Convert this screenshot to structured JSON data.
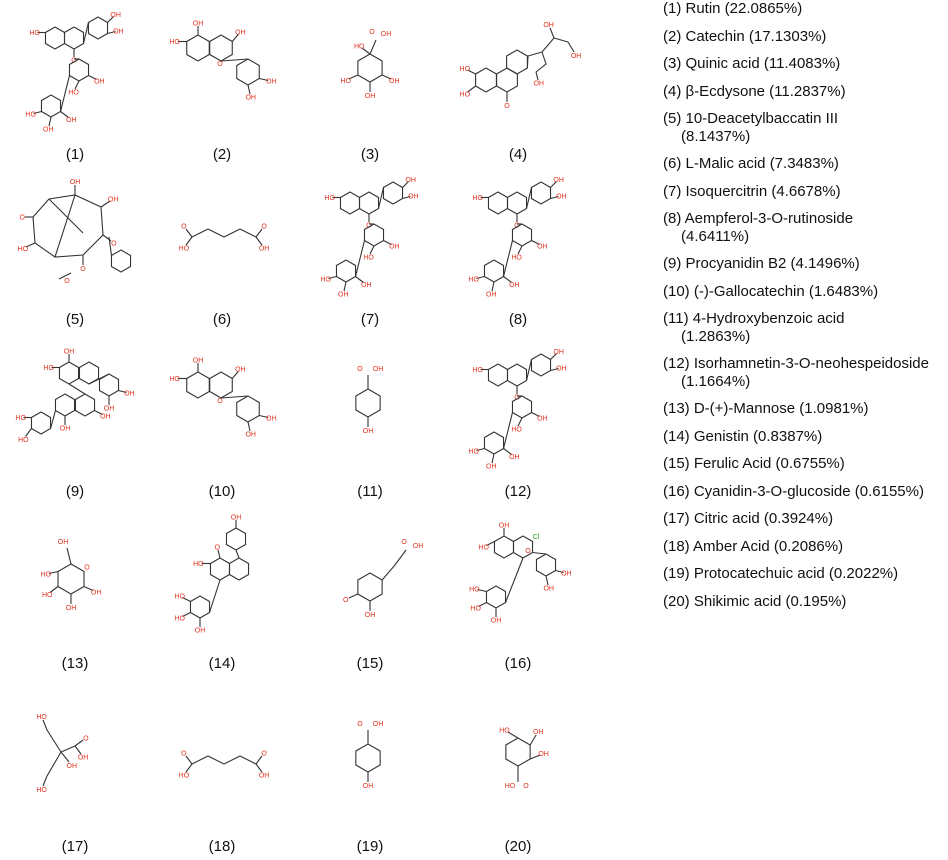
{
  "structures": [
    {
      "label": "(1)",
      "kind": "flavonol-glycoside",
      "hetero": "O"
    },
    {
      "label": "(2)",
      "kind": "flavan-3-ol",
      "hetero": "O"
    },
    {
      "label": "(3)",
      "kind": "cyclohexane-acid",
      "hetero": "O"
    },
    {
      "label": "(4)",
      "kind": "steroid",
      "hetero": "O"
    },
    {
      "label": "(5)",
      "kind": "taxane",
      "hetero": "O"
    },
    {
      "label": "(6)",
      "kind": "diacid",
      "hetero": "O"
    },
    {
      "label": "(7)",
      "kind": "flavonol-glycoside",
      "hetero": "O"
    },
    {
      "label": "(8)",
      "kind": "flavonol-glycoside",
      "hetero": "O"
    },
    {
      "label": "(9)",
      "kind": "dimer",
      "hetero": "O"
    },
    {
      "label": "(10)",
      "kind": "flavan-3-ol",
      "hetero": "O"
    },
    {
      "label": "(11)",
      "kind": "benzoic-acid",
      "hetero": "O"
    },
    {
      "label": "(12)",
      "kind": "flavonol-glycoside",
      "hetero": "O"
    },
    {
      "label": "(13)",
      "kind": "pyranose",
      "hetero": "O"
    },
    {
      "label": "(14)",
      "kind": "isoflavone-glycoside",
      "hetero": "O"
    },
    {
      "label": "(15)",
      "kind": "cinnamic-acid",
      "hetero": "O"
    },
    {
      "label": "(16)",
      "kind": "anthocyanin",
      "hetero": "O",
      "counterion": "Cl"
    },
    {
      "label": "(17)",
      "kind": "tricarboxylic-acid",
      "hetero": "O"
    },
    {
      "label": "(18)",
      "kind": "diacid",
      "hetero": "O"
    },
    {
      "label": "(19)",
      "kind": "benzoic-acid",
      "hetero": "O"
    },
    {
      "label": "(20)",
      "kind": "cyclohexene-acid",
      "hetero": "O"
    }
  ],
  "legend": [
    {
      "line1": "(1) Rutin (22.0865%)"
    },
    {
      "line1": "(2) Catechin (17.1303%)"
    },
    {
      "line1": "(3) Quinic acid (11.4083%)"
    },
    {
      "line1": "(4) β-Ecdysone (11.2837%)"
    },
    {
      "line1": "(5) 10-Deacetylbaccatin III",
      "line2": "(8.1437%)"
    },
    {
      "line1": "(6) L-Malic acid (7.3483%)"
    },
    {
      "line1": "(7) Isoquercitrin (4.6678%)"
    },
    {
      "line1": "(8) Aempferol-3-O-rutinoside",
      "line2": "(4.6411%)"
    },
    {
      "line1": "(9) Procyanidin B2 (4.1496%)"
    },
    {
      "line1": "(10) (-)-Gallocatechin (1.6483%)"
    },
    {
      "line1": "(11) 4-Hydroxybenzoic acid",
      "line2": "(1.2863%)"
    },
    {
      "line1": "(12) Isorhamnetin-3-O-neohespeidoside",
      "line2": "(1.1664%)"
    },
    {
      "line1": "(13) D-(+)-Mannose (1.0981%)"
    },
    {
      "line1": "(14) Genistin (0.8387%)"
    },
    {
      "line1": "(15) Ferulic Acid (0.6755%)"
    },
    {
      "line1": "(16) Cyanidin-3-O-glucoside (0.6155%)"
    },
    {
      "line1": "(17) Citric acid (0.3924%)"
    },
    {
      "line1": "(18) Amber Acid (0.2086%)"
    },
    {
      "line1": "(19) Protocatechuic acid (0.2022%)"
    },
    {
      "line1": "(20) Shikimic acid (0.195%)"
    }
  ],
  "colors": {
    "oxygen": "#e0301e",
    "chlorine": "#1aa31a",
    "bond": "#333333"
  }
}
